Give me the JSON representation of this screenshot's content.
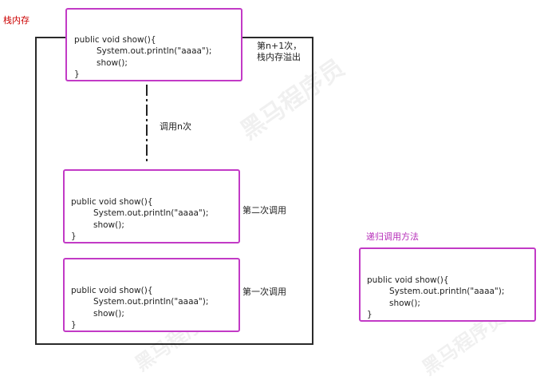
{
  "stack_label": "栈内存",
  "code": {
    "line1": "public void show(){",
    "line2": "System.out.println(\"aaaa\");",
    "line3": "show();",
    "line4": "}"
  },
  "labels": {
    "n_plus_1_line1": "第n+1次，",
    "n_plus_1_line2": "栈内存溢出",
    "call_n": "调用n次",
    "second_call": "第二次调用",
    "first_call": "第一次调用",
    "recursion_title": "递归调用方法"
  },
  "watermark": "黑马程序员",
  "colors": {
    "box_border": "#c23ac6",
    "stack_label": "#cc0000",
    "recursion_title": "#b52bb8"
  }
}
